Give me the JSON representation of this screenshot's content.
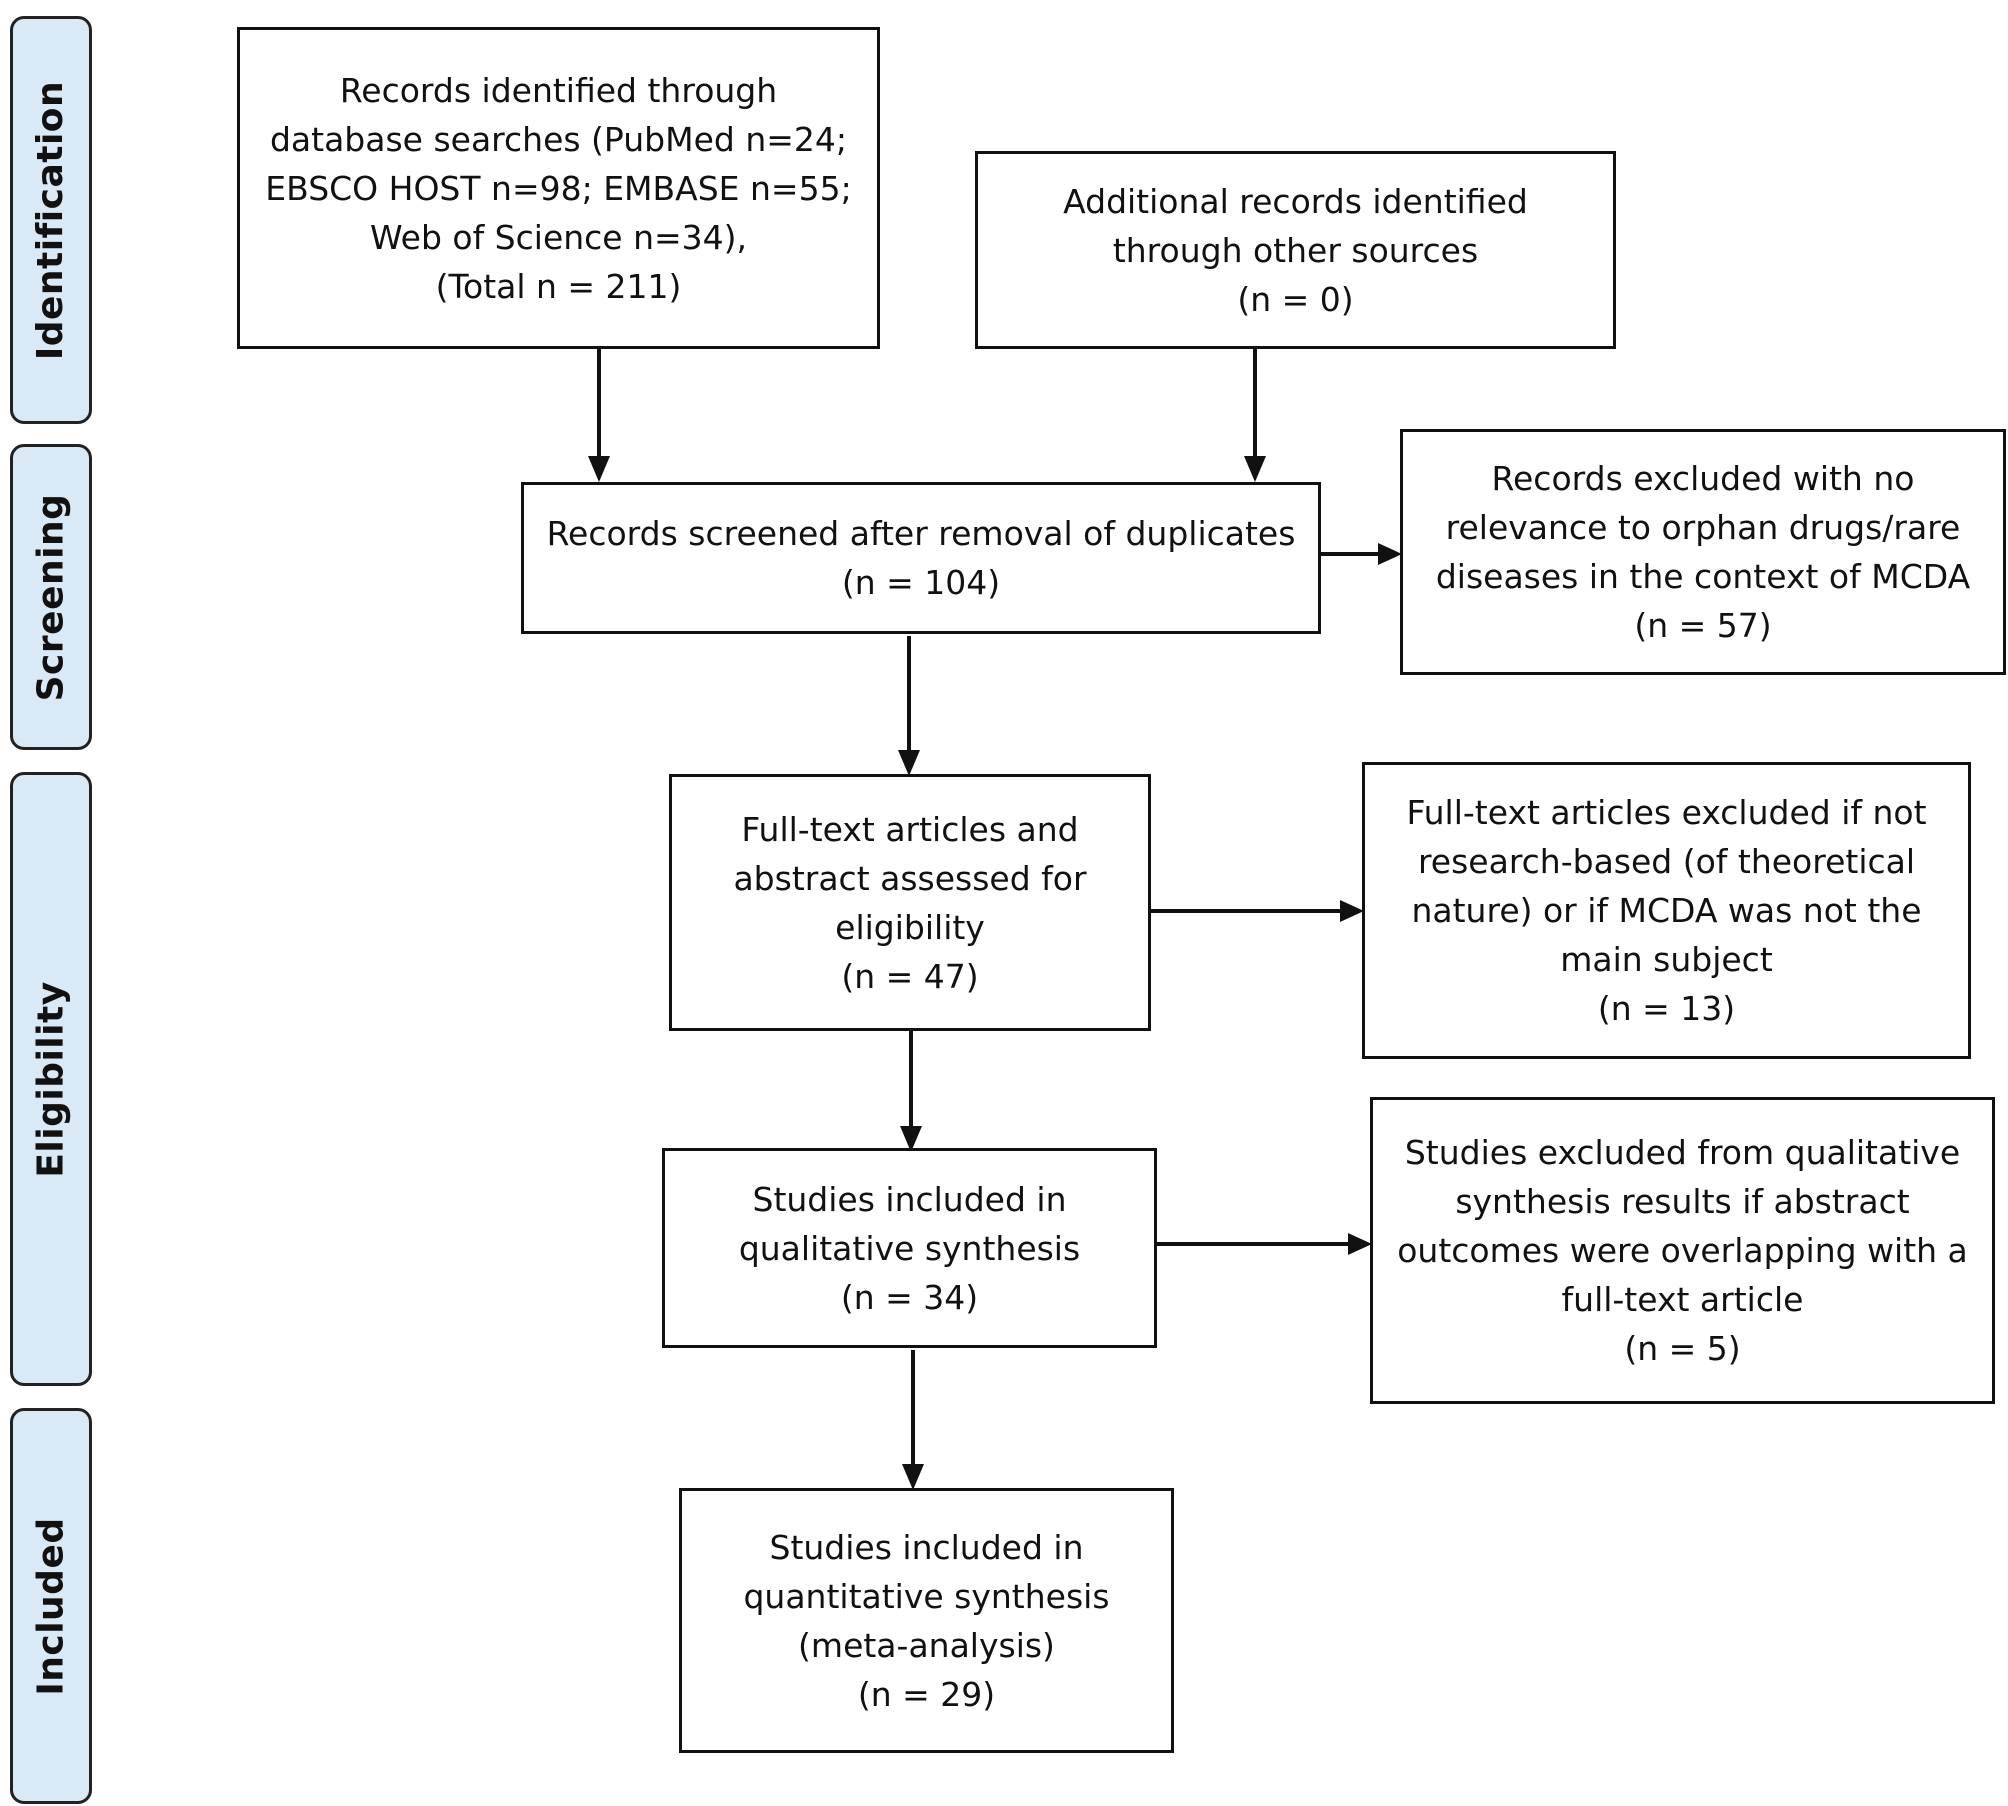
{
  "phases": {
    "identification": "Identification",
    "screening": "Screening",
    "eligibility": "Eligibility",
    "included": "Included"
  },
  "boxes": {
    "database": {
      "lines": [
        "Records identified through",
        "database searches (PubMed n=24;",
        "EBSCO HOST n=98; EMBASE n=55;",
        "Web of Science n=34),",
        "(Total n = 211)"
      ]
    },
    "additional": {
      "lines": [
        "Additional records identified",
        "through other sources",
        "(n = 0)"
      ]
    },
    "screened": {
      "lines": [
        "Records screened after removal of duplicates",
        "(n = 104)"
      ]
    },
    "excluded_relevance": {
      "lines": [
        "Records excluded with no",
        "relevance to orphan drugs/rare",
        "diseases in the context of MCDA",
        "(n = 57)"
      ]
    },
    "fulltext": {
      "lines": [
        "Full-text articles and",
        "abstract assessed for",
        "eligibility",
        "(n = 47)"
      ]
    },
    "excluded_fulltext": {
      "lines": [
        "Full-text articles excluded if not",
        "research-based (of theoretical",
        "nature) or if MCDA was not the",
        "main subject",
        "(n = 13)"
      ]
    },
    "qualitative": {
      "lines": [
        "Studies included in",
        "qualitative synthesis",
        "(n = 34)"
      ]
    },
    "excluded_qualitative": {
      "lines": [
        "Studies excluded from qualitative",
        "synthesis results if abstract",
        "outcomes were overlapping with a",
        "full-text article",
        "(n = 5)"
      ]
    },
    "quantitative": {
      "lines": [
        "Studies included in",
        "quantitative synthesis",
        "(meta-analysis)",
        "(n =  29)"
      ]
    }
  }
}
